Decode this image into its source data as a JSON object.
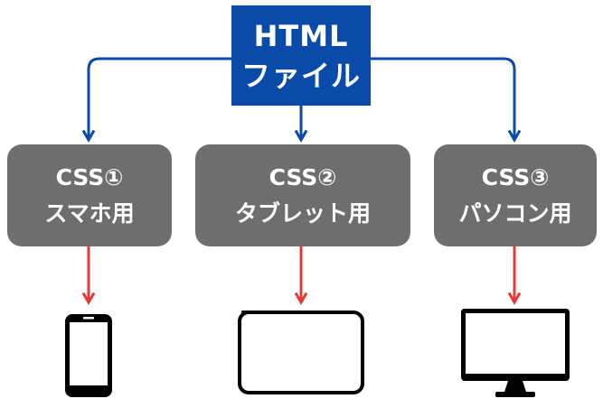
{
  "root": {
    "line1": "HTML",
    "line2": "ファイル"
  },
  "css_boxes": [
    {
      "line1": "CSS①",
      "line2": "スマホ用"
    },
    {
      "line1": "CSS②",
      "line2": "タブレット用"
    },
    {
      "line1": "CSS③",
      "line2": "パソコン用"
    }
  ],
  "devices": [
    {
      "icon": "smartphone-icon"
    },
    {
      "icon": "tablet-icon"
    },
    {
      "icon": "desktop-monitor-icon"
    }
  ],
  "colors": {
    "root_fill": "#0a4aa8",
    "css_fill": "#6e6e6e",
    "blue_connector": "#0a4aa8",
    "red_connector": "#e53935",
    "device_stroke": "#000000"
  }
}
